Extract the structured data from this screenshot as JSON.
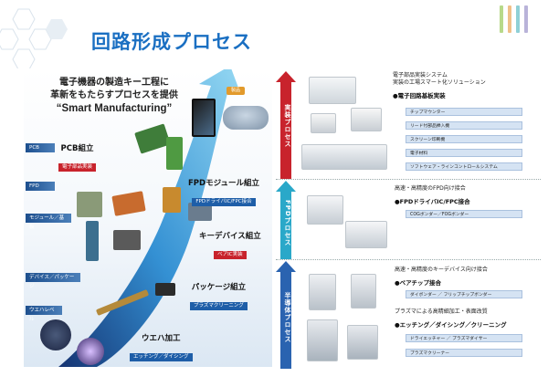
{
  "page": {
    "title": "回路形成プロセス"
  },
  "left": {
    "headline_line1": "電子機器の製造キー工程に",
    "headline_line2": "革新をもたらすプロセスを提供",
    "headline_line3": "“Smart Manufacturing”",
    "tiers": {
      "pcb": "PCB",
      "fpd": "FPD",
      "module": "モジュール／基板",
      "device": "デバイス／パッケージ",
      "wafer": "ウエハレベル"
    },
    "stages": [
      {
        "title": "PCB組立",
        "sub": "電子部品実装"
      },
      {
        "title": "FPDモジュール組立",
        "sub": "FPDドライバIC/FPC接合"
      },
      {
        "title": "キーデバイス組立",
        "sub": "ベアIC実装"
      },
      {
        "title": "パッケージ組立",
        "sub": "プラズマクリーニング"
      },
      {
        "title": "ウエハ加工",
        "sub": "エッチング／ダイシング"
      }
    ],
    "badge": "製品"
  },
  "right": {
    "sections": [
      {
        "label": "実装プロセス",
        "color": "#c8232c"
      },
      {
        "label": "FPDプロセス",
        "color": "#2aa8c9"
      },
      {
        "label": "半導体プロセス",
        "color": "#2a63b0"
      }
    ],
    "mounting": {
      "desc1": "電子部品実装システム",
      "desc2": "実装の工場スマート化ソリューション",
      "bullet": "●電子回路基板実装",
      "items": [
        "チップマウンター",
        "リード付部品挿入機",
        "スクリーン印刷機",
        "電子材料",
        "ソフトウェア・ラインコントロールシステム"
      ]
    },
    "fpd": {
      "desc": "高速・高精度のFPD向け接合",
      "bullet": "●FPDドライバIC/FPC接合",
      "items": [
        "COGボンダー／FOGボンダー"
      ]
    },
    "semi": {
      "desc1": "高速・高精度のキーデバイス向け接合",
      "bullet1": "●ベアチップ接合",
      "items1": [
        "ダイボンダー ／ フリップチップボンダー"
      ],
      "desc2": "プラズマによる高精細加工・表面改質",
      "bullet2": "●エッチング／ダイシング／クリーニング",
      "items2": [
        "ドライエッチャー ／ プラズマダイサー",
        "プラズマクリーナー"
      ]
    }
  },
  "colors": {
    "accent": "#1a6fc2",
    "red": "#c8232c",
    "teal": "#2aa8c9",
    "blue": "#2a63b0",
    "bar1": "#b8d98a",
    "bar2": "#f0c089",
    "bar3": "#8fd0d6",
    "bar4": "#b9b3d9"
  }
}
